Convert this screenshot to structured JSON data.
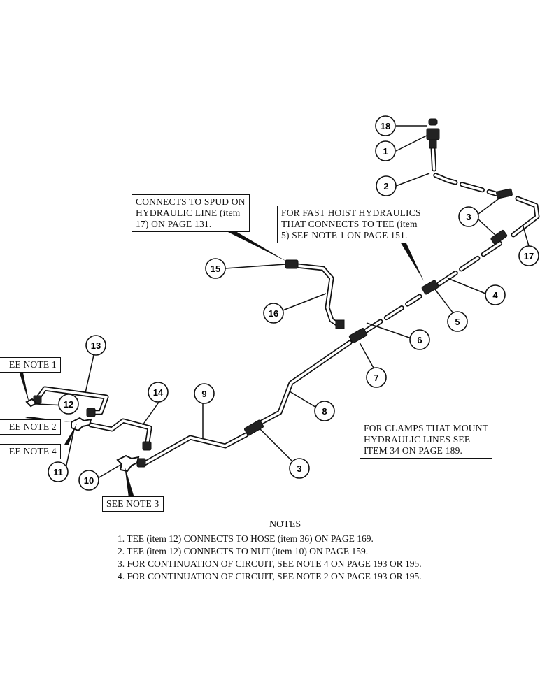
{
  "callouts": {
    "c1": "1",
    "c2": "2",
    "c3a": "3",
    "c3b": "3",
    "c4": "4",
    "c5": "5",
    "c6": "6",
    "c7": "7",
    "c8": "8",
    "c9": "9",
    "c10": "10",
    "c11": "11",
    "c12": "12",
    "c13": "13",
    "c14": "14",
    "c15": "15",
    "c16": "16",
    "c17": "17",
    "c18": "18"
  },
  "labels": {
    "spud": [
      "CONNECTS TO SPUD ON",
      "HYDRAULIC LINE (item",
      "17) ON PAGE 131."
    ],
    "fast_hoist": [
      "FOR FAST HOIST HYDRAULICS",
      "THAT CONNECTS TO TEE (item",
      "5) SEE NOTE 1 ON PAGE 151."
    ],
    "clamps": [
      "FOR CLAMPS THAT MOUNT",
      "HYDRAULIC LINES SEE",
      "ITEM 34 ON PAGE 189."
    ],
    "see_note_1": "EE NOTE 1",
    "see_note_2": "EE NOTE 2",
    "see_note_4": "EE NOTE 4",
    "see_note_3": "SEE NOTE 3"
  },
  "notes": {
    "title": "NOTES",
    "items": [
      "1.  TEE (item 12) CONNECTS TO HOSE (item 36) ON PAGE 169.",
      "2.  TEE (item 12) CONNECTS TO NUT (item 10) ON PAGE 159.",
      "3.  FOR CONTINUATION OF CIRCUIT, SEE NOTE 4 ON PAGE 193 OR 195.",
      "4.  FOR CONTINUATION OF CIRCUIT, SEE NOTE 2 ON PAGE 193 OR 195."
    ]
  }
}
